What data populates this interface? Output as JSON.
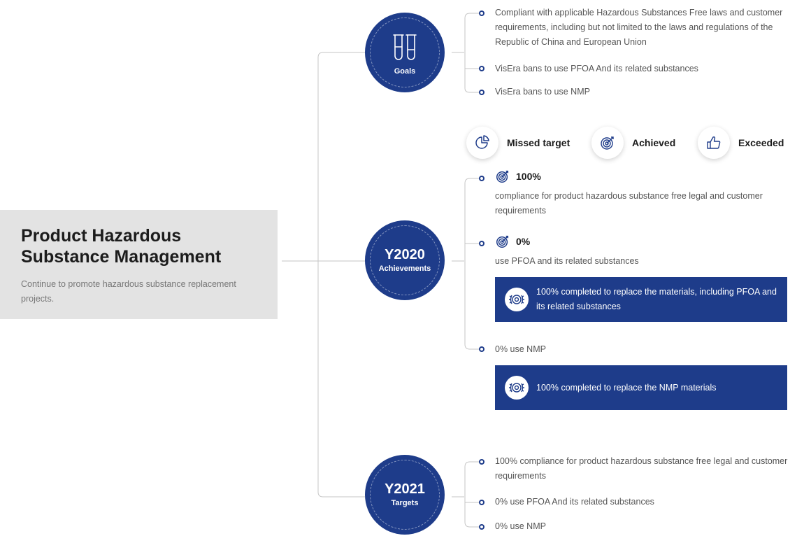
{
  "left_panel": {
    "title_line1": "Product Hazardous",
    "title_line2": "Substance Management",
    "subtitle": "Continue to promote hazardous substance replacement projects."
  },
  "goals": {
    "label": "Goals",
    "items": [
      "Compliant with applicable Hazardous Substances Free laws and customer requirements, including but not limited to the laws and regulations of the Republic of China and European Union",
      "VisEra bans to use PFOA And its related substances",
      "VisEra bans to use NMP"
    ]
  },
  "legend": {
    "missed": "Missed target",
    "achieved": "Achieved",
    "exceeded": "Exceeded"
  },
  "y2020": {
    "year": "Y2020",
    "label": "Achievements",
    "item1_pct": "100%",
    "item1_text": "compliance for product hazardous substance free legal and customer requirements",
    "item2_pct": "0%",
    "item2_text": "use PFOA and its related substances",
    "box1": "100% completed to replace the materials,  including PFOA and its related substances",
    "item3_text": "0% use NMP",
    "box2": "100% completed to replace the NMP materials"
  },
  "y2021": {
    "year": "Y2021",
    "label": "Targets",
    "items": [
      "100% compliance for product hazardous substance free legal and customer requirements",
      "0% use PFOA And its related substances",
      "0% use NMP"
    ]
  },
  "colors": {
    "navy": "#1e3c8a",
    "panel": "#e3e3e3",
    "line": "#c8c8c8"
  }
}
